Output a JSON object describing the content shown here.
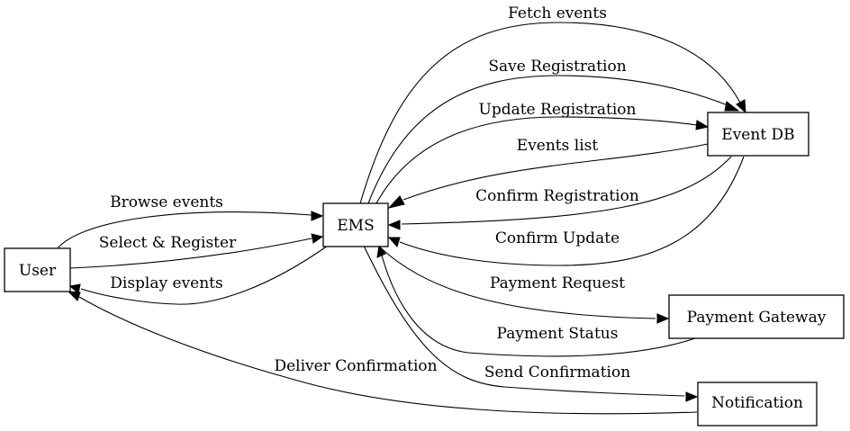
{
  "nodes": {
    "user": "User",
    "ems": "EMS",
    "event_db": "Event DB",
    "payment_gateway": "Payment Gateway",
    "notification": "Notification"
  },
  "edges": {
    "browse_events": {
      "from": "User",
      "to": "EMS",
      "label": "Browse events"
    },
    "select_register": {
      "from": "User",
      "to": "EMS",
      "label": "Select & Register"
    },
    "display_events": {
      "from": "EMS",
      "to": "User",
      "label": "Display events"
    },
    "fetch_events": {
      "from": "EMS",
      "to": "Event DB",
      "label": "Fetch events"
    },
    "save_registration": {
      "from": "EMS",
      "to": "Event DB",
      "label": "Save Registration"
    },
    "update_registration": {
      "from": "EMS",
      "to": "Event DB",
      "label": "Update Registration"
    },
    "events_list": {
      "from": "Event DB",
      "to": "EMS",
      "label": "Events list"
    },
    "confirm_registration": {
      "from": "Event DB",
      "to": "EMS",
      "label": "Confirm Registration"
    },
    "confirm_update": {
      "from": "Event DB",
      "to": "EMS",
      "label": "Confirm Update"
    },
    "payment_request": {
      "from": "EMS",
      "to": "Payment Gateway",
      "label": "Payment Request"
    },
    "payment_status": {
      "from": "Payment Gateway",
      "to": "EMS",
      "label": "Payment Status"
    },
    "send_confirmation": {
      "from": "EMS",
      "to": "Notification",
      "label": "Send Confirmation"
    },
    "deliver_confirmation": {
      "from": "Notification",
      "to": "User",
      "label": "Deliver Confirmation"
    }
  }
}
